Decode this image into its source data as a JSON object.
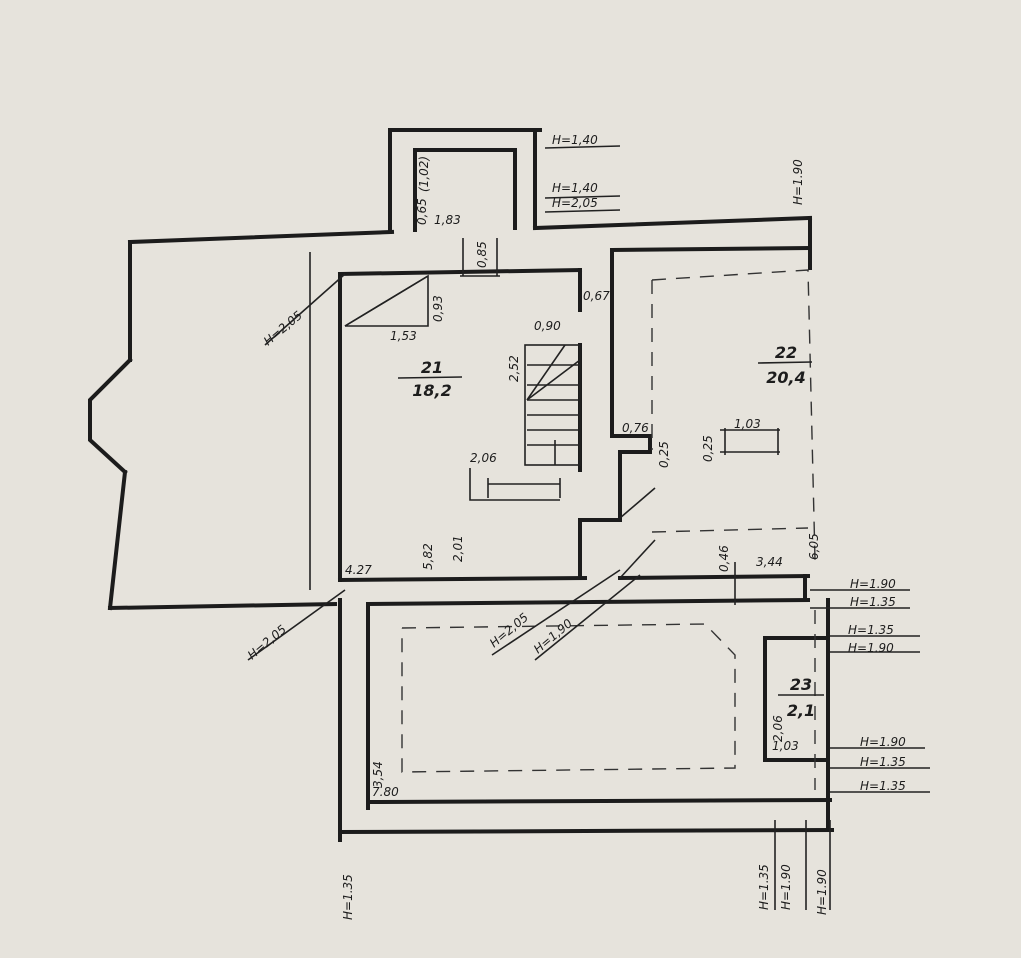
{
  "sheet": {
    "paper_color": "#e6e3dc",
    "ink_color": "#1c1c1c"
  },
  "rooms": [
    {
      "id": "21",
      "number": "21",
      "area": "18,2"
    },
    {
      "id": "22",
      "number": "22",
      "area": "20,4"
    },
    {
      "id": "23",
      "number": "23",
      "area": "2,1"
    }
  ],
  "dimensions": [
    "(1,02)",
    "0,65",
    "1,83",
    "0,85",
    "0,93",
    "1,53",
    "0,67",
    "0,90",
    "2,52",
    "0,76",
    "0,25",
    "1,03",
    "0,25",
    "2,06",
    "5,82",
    "2,01",
    "4.27",
    "0,46",
    "3,44",
    "6,05",
    "2,06",
    "1,03",
    "3,54",
    "7.80"
  ],
  "heights": [
    "H=1,40",
    "H=1,40",
    "H=2,05",
    "H=1.90",
    "H=2,05",
    "H=2,05",
    "H=2,05",
    "H=1,90",
    "H=1.90",
    "H=1.35",
    "H=1.35",
    "H=1.90",
    "H=1.90",
    "H=1.35",
    "H=1.35",
    "H=1.35",
    "H=1.35",
    "H=1.90",
    "H=1.90"
  ]
}
